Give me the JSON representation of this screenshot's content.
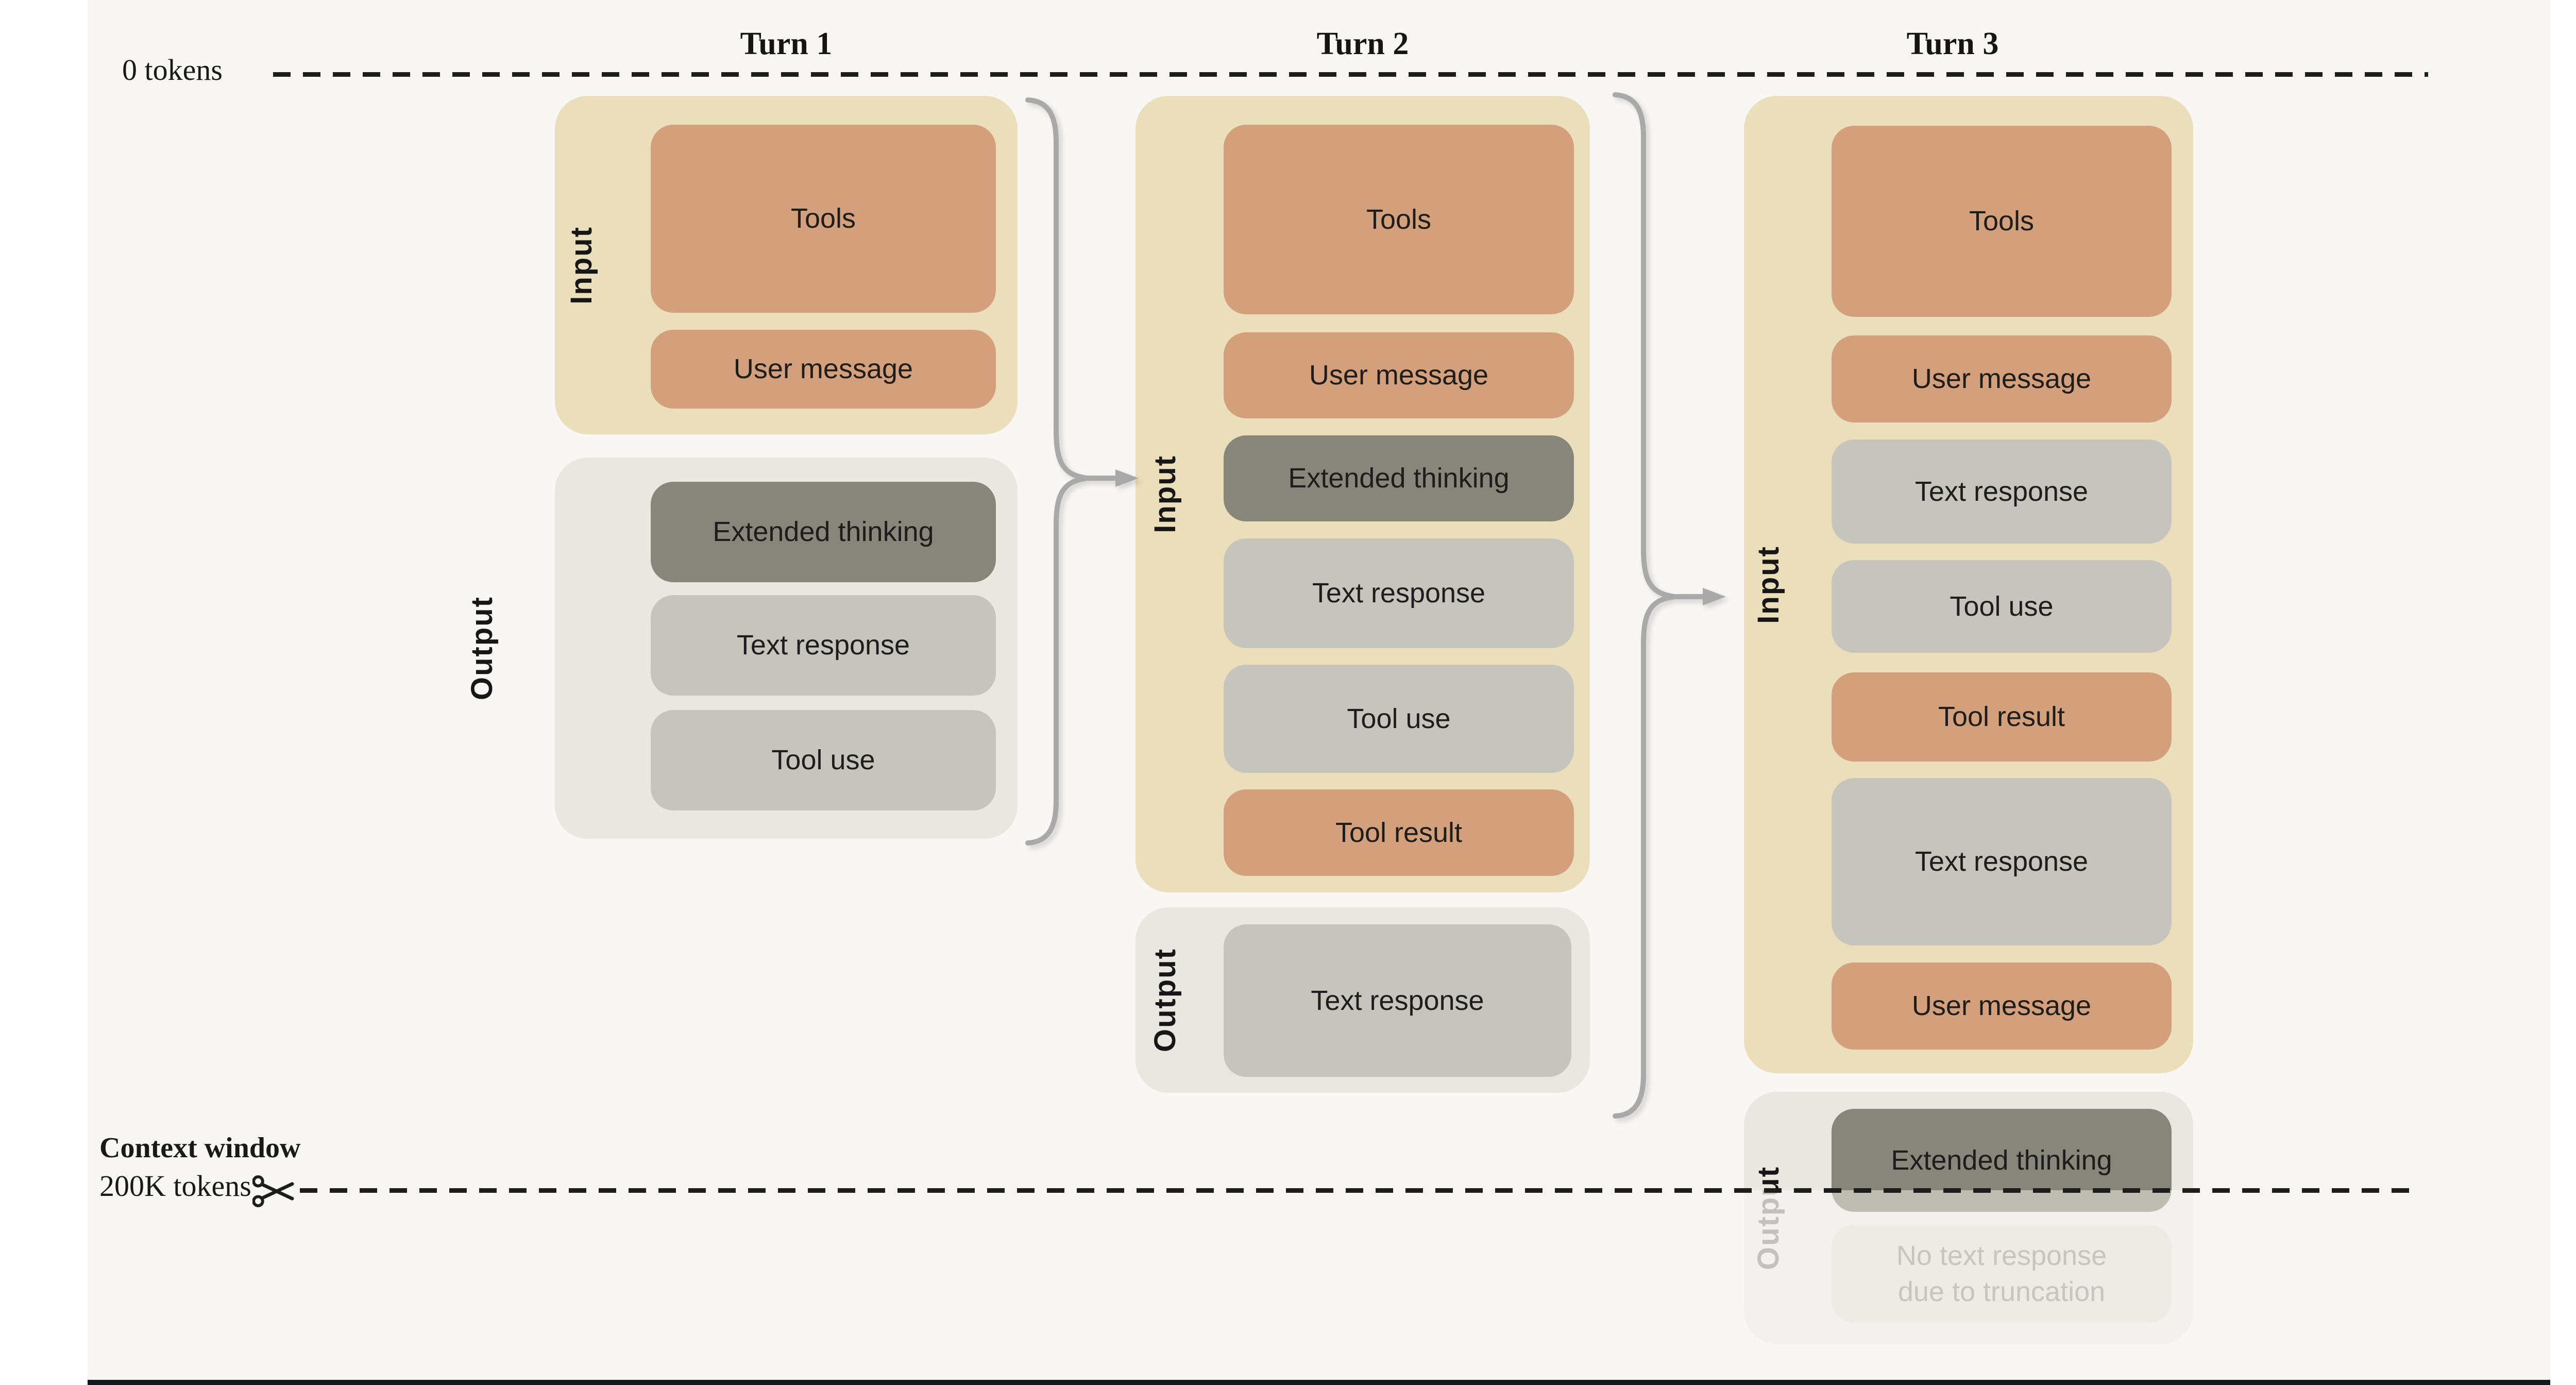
{
  "diagram": {
    "top_marker": "0 tokens",
    "context_window": {
      "title": "Context window",
      "value": "200K tokens"
    },
    "colors": {
      "page_background": "#f8f7f4",
      "page_margin": "#ffffff",
      "footer_bar": "#14171b",
      "input_container": "#ebdeba",
      "output_container": "#e9e7e0",
      "block_accent": "#d4a07c",
      "block_gray": "#c5c5bd",
      "block_dark": "#87867a",
      "faded_block_bg": "#edebe6",
      "faded_text": "#c6c5c1",
      "arrow_gray": "#a9a9a9",
      "line_dark": "#1d1d1b"
    },
    "icons": [
      "scissors-icon",
      "merge-arrow-icon"
    ]
  },
  "turns": [
    {
      "title": "Turn 1",
      "input": {
        "label": "Input",
        "blocks": [
          {
            "text": "Tools"
          },
          {
            "text": "User message"
          }
        ]
      },
      "output": {
        "label": "Output",
        "blocks": [
          {
            "text": "Extended thinking"
          },
          {
            "text": "Text response"
          },
          {
            "text": "Tool use"
          }
        ]
      }
    },
    {
      "title": "Turn 2",
      "input": {
        "label": "Input",
        "blocks": [
          {
            "text": "Tools"
          },
          {
            "text": "User message"
          },
          {
            "text": "Extended thinking"
          },
          {
            "text": "Text response"
          },
          {
            "text": "Tool use"
          },
          {
            "text": "Tool result"
          }
        ]
      },
      "output": {
        "label": "Output",
        "blocks": [
          {
            "text": "Text response"
          }
        ]
      }
    },
    {
      "title": "Turn 3",
      "input": {
        "label": "Input",
        "blocks": [
          {
            "text": "Tools"
          },
          {
            "text": "User message"
          },
          {
            "text": "Text response"
          },
          {
            "text": "Tool use"
          },
          {
            "text": "Tool result"
          },
          {
            "text": "Text response"
          },
          {
            "text": "User message"
          }
        ]
      },
      "output": {
        "label": "Output",
        "blocks": [
          {
            "text": "Extended thinking"
          },
          {
            "line1": "No text response",
            "line2": "due to truncation"
          }
        ]
      }
    }
  ]
}
